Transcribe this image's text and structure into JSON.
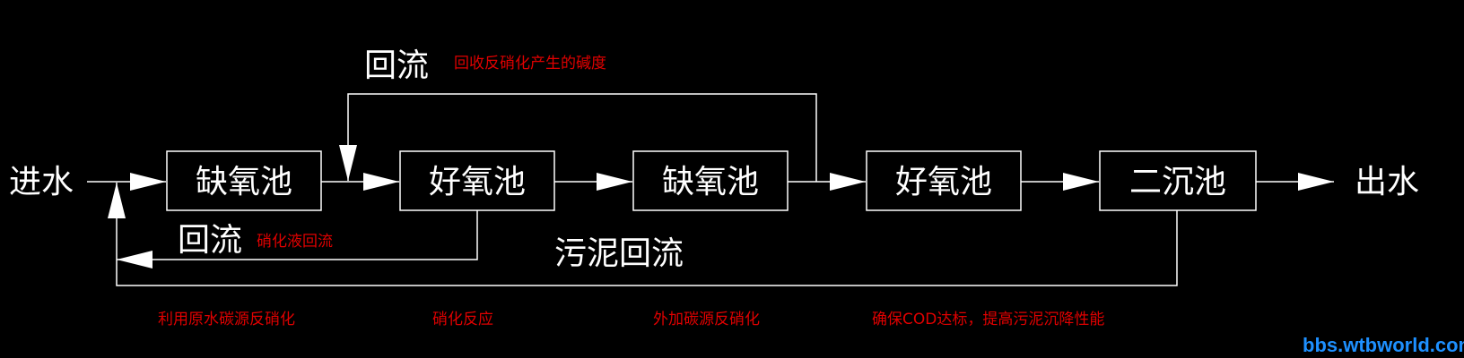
{
  "colors": {
    "background": "#000000",
    "line": "#ffffff",
    "annotation": "#e00000",
    "watermark": "#1e90ff"
  },
  "inflow": "进水",
  "outflow": "出水",
  "tanks": [
    {
      "label": "缺氧池"
    },
    {
      "label": "好氧池"
    },
    {
      "label": "缺氧池"
    },
    {
      "label": "好氧池"
    },
    {
      "label": "二沉池"
    }
  ],
  "recycles": {
    "top": {
      "label": "回流",
      "note": "回收反硝化产生的碱度"
    },
    "nitrate": {
      "label": "回流",
      "note": "硝化液回流"
    },
    "sludge": {
      "label": "污泥回流"
    }
  },
  "stage_notes": [
    "利用原水碳源反硝化",
    "硝化反应",
    "外加碳源反硝化",
    "确保COD达标，提高污泥沉降性能"
  ],
  "watermark": "bbs.wtbworld.com"
}
